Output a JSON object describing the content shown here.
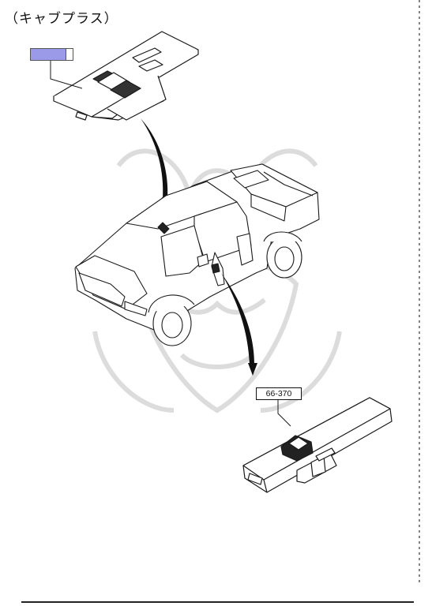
{
  "header": {
    "title": "（キャブプラス）"
  },
  "callouts": {
    "upper_ref": "",
    "lower_ref": "66-370"
  },
  "colors": {
    "highlight": "#9a9ae8",
    "line": "#1a1a1a",
    "watermark": "#d8d8d8"
  },
  "icons": {
    "watermark": "samurai-helmet-mask-watermark"
  }
}
